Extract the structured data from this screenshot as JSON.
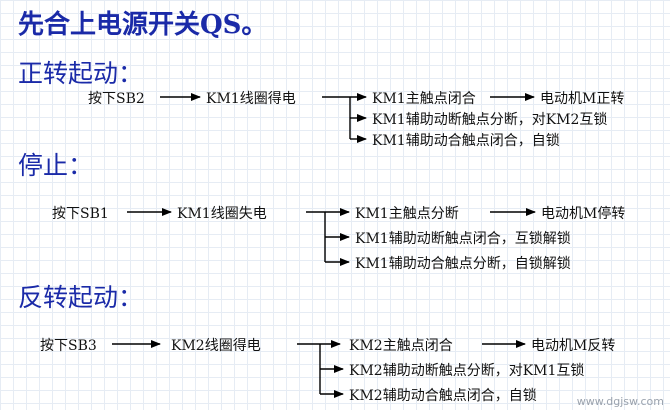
{
  "title": "先合上电源开关QS。",
  "sections": [
    {
      "heading": "正转起动：",
      "press": "按下SB2",
      "coil": "KM1线圈得电",
      "results": [
        {
          "text": "KM1主触点闭合",
          "next": "电动机M正转"
        },
        {
          "text": "KM1辅助动断触点分断，对KM2互锁"
        },
        {
          "text": "KM1辅助动合触点闭合，自锁"
        }
      ]
    },
    {
      "heading": "停止：",
      "press": "按下SB1",
      "coil": "KM1线圈失电",
      "results": [
        {
          "text": "KM1主触点分断",
          "next": "电动机M停转"
        },
        {
          "text": "KM1辅助动断触点闭合，互锁解锁"
        },
        {
          "text": "KM1辅助动合触点分断，自锁解锁"
        }
      ]
    },
    {
      "heading": "反转起动：",
      "press": "按下SB3",
      "coil": "KM2线圈得电",
      "results": [
        {
          "text": "KM2主触点闭合",
          "next": "电动机M反转"
        },
        {
          "text": "KM2辅助动断触点分断，对KM1互锁"
        },
        {
          "text": "KM2辅助动合触点闭合，自锁"
        }
      ]
    }
  ],
  "watermark": "www.dgjsw.com"
}
